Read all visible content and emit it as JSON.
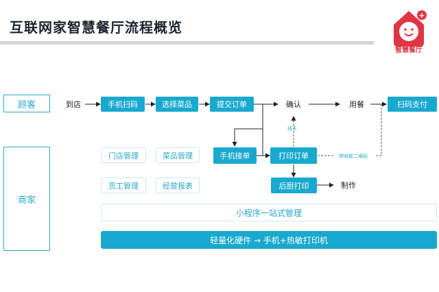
{
  "title": "互联网家智慧餐厅流程概览",
  "logo": {
    "text": "智慧餐厅",
    "plus": "+"
  },
  "lanes": {
    "customer": "顾客",
    "merchant": "商家"
  },
  "customer_flow": {
    "arrive": "到店",
    "scan": "手机扫码",
    "choose": "选择菜品",
    "submit": "提交订单",
    "confirm": "确认",
    "dine": "用餐",
    "pay": "扫码支付"
  },
  "merchant_flow": {
    "receive": "手机接单",
    "print_order": "打印订单",
    "kitchen_print": "后厨打印",
    "make": "制作",
    "offline": "线下",
    "qr_note": "带收款二维码"
  },
  "management": {
    "store": "门店管理",
    "dishes": "菜品管理",
    "staff": "员工管理",
    "reports": "经营报表"
  },
  "mini_program": "小程序一站式管理",
  "hardware": "轻量化硬件  →  手机+热敏打印机",
  "colors": {
    "accent": "#19a9cf",
    "lane_border": "#2aa7c7",
    "logo_red": "#e03545"
  }
}
